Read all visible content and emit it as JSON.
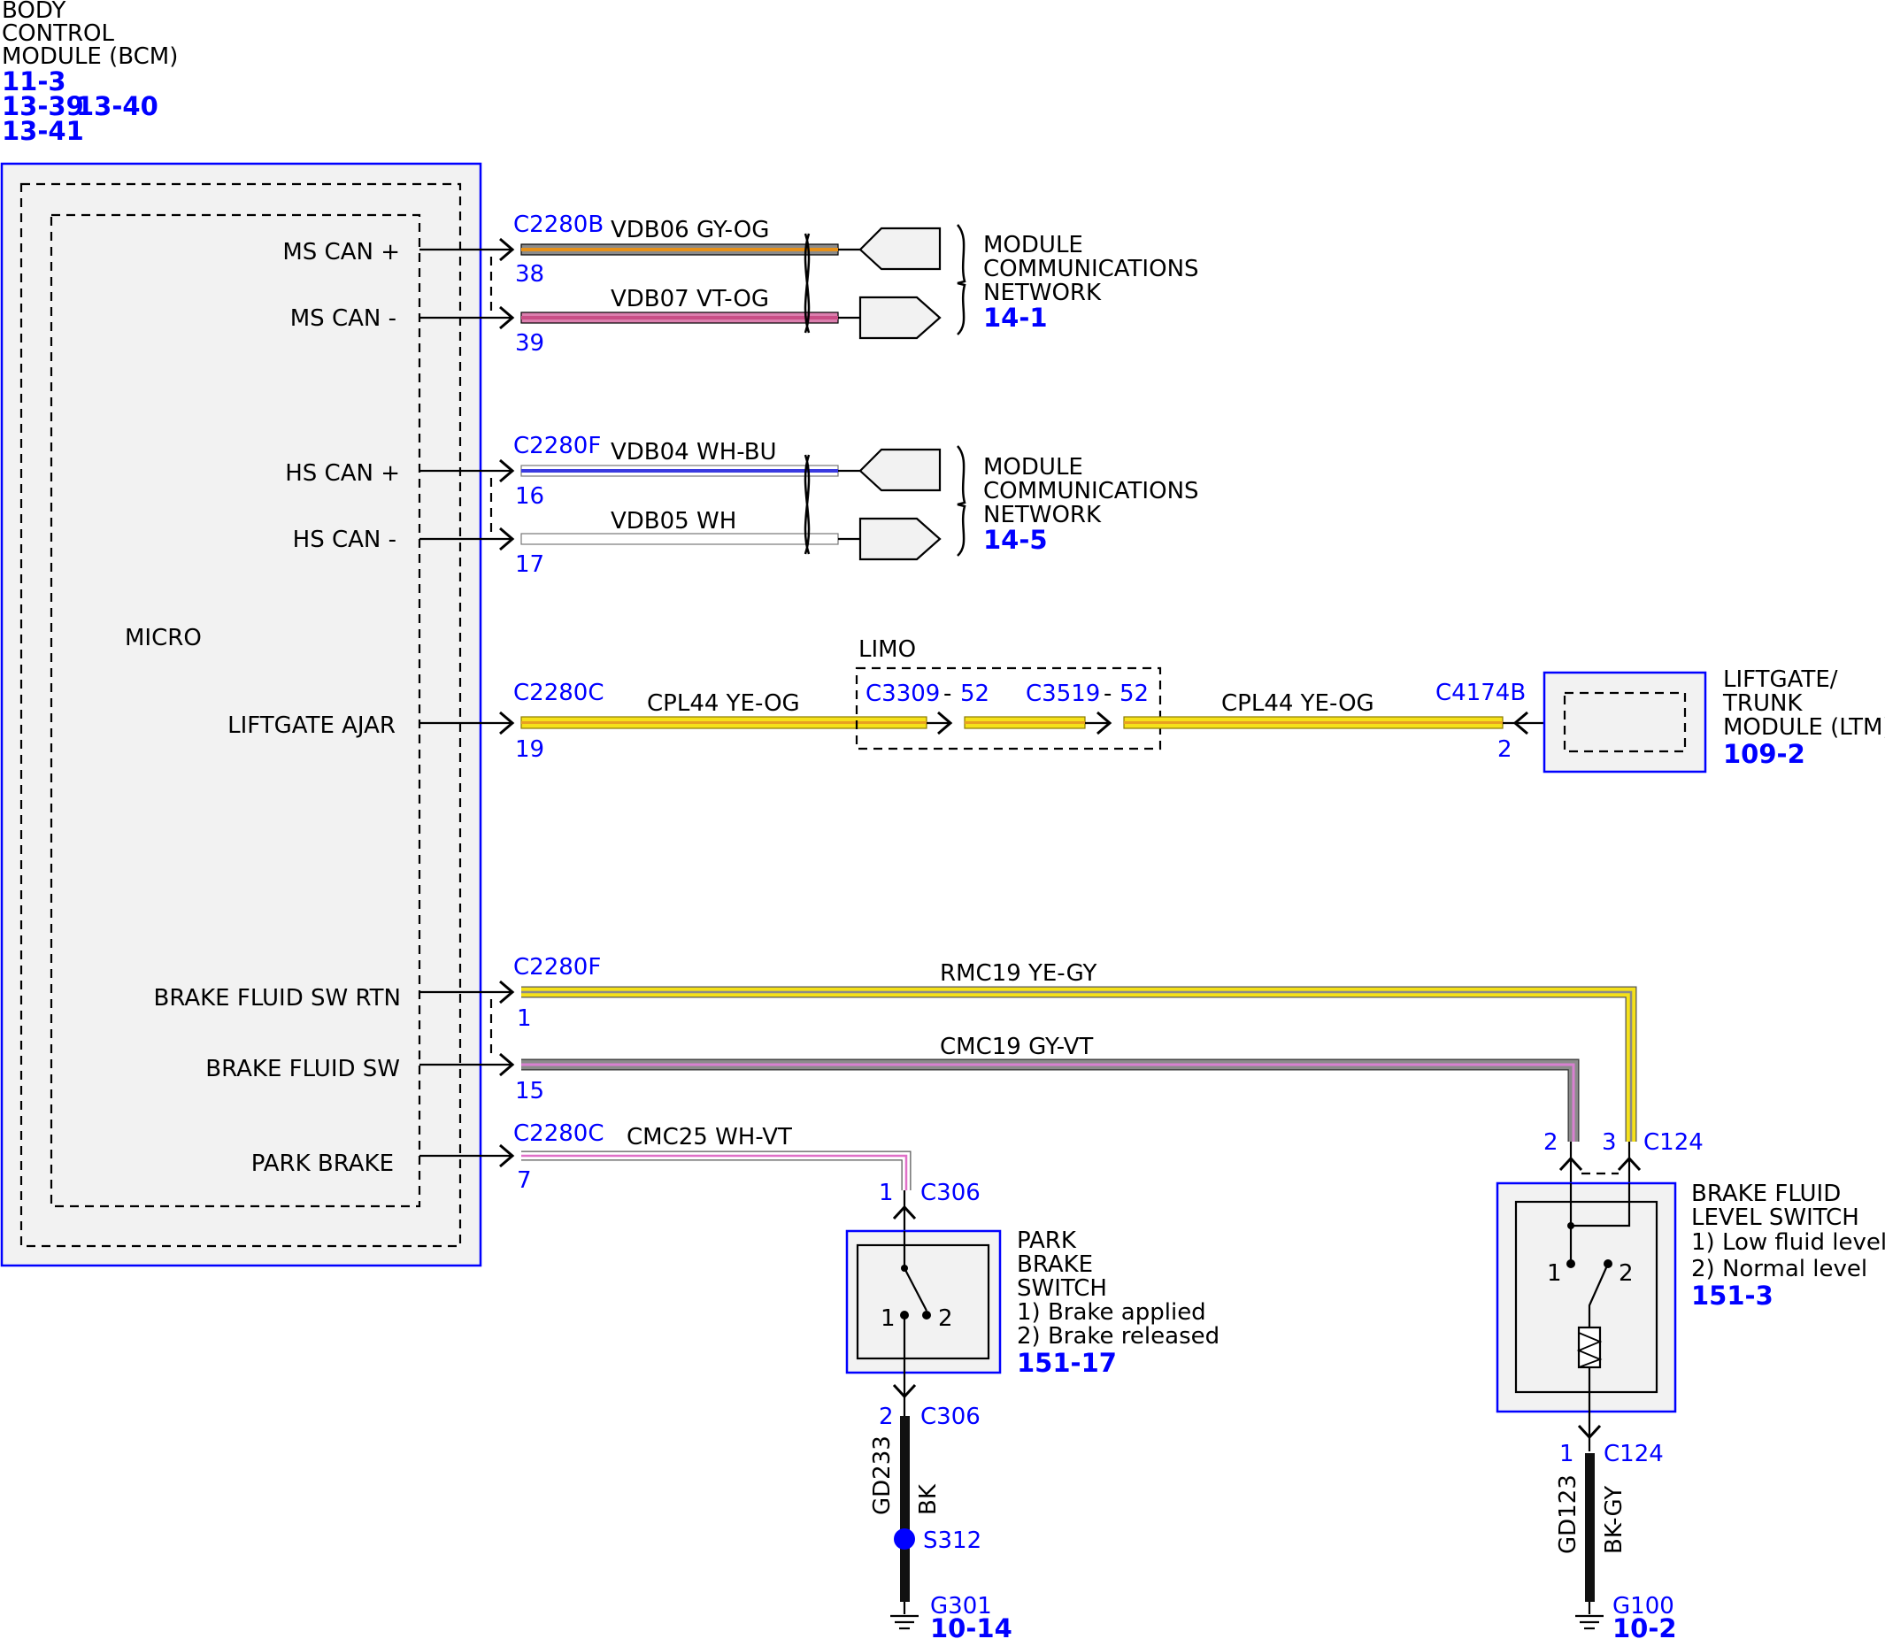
{
  "bcm": {
    "title_lines": [
      "BODY",
      "CONTROL",
      "MODULE (BCM)"
    ],
    "refs": [
      "11-3",
      "13-39",
      "13-40",
      "13-41"
    ],
    "micro_label": "MICRO",
    "pins": {
      "ms_can_plus": "MS CAN +",
      "ms_can_minus": "MS CAN -",
      "hs_can_plus": "HS CAN +",
      "hs_can_minus": "HS CAN -",
      "liftgate_ajar": "LIFTGATE AJAR",
      "brake_fluid_sw_rtn": "BRAKE FLUID SW RTN",
      "brake_fluid_sw": "BRAKE FLUID SW",
      "park_brake": "PARK BRAKE"
    }
  },
  "connectors": {
    "c2280b": "C2280B",
    "c2280f_a": "C2280F",
    "c2280c_a": "C2280C",
    "c2280f_b": "C2280F",
    "c2280c_b": "C2280C",
    "pin38": "38",
    "pin39": "39",
    "pin16": "16",
    "pin17": "17",
    "pin19": "19",
    "pin1": "1",
    "pin15": "15",
    "pin7": "7"
  },
  "wires": {
    "vdb06": "VDB06  GY-OG",
    "vdb07": "VDB07  VT-OG",
    "vdb04": "VDB04  WH-BU",
    "vdb05": "VDB05  WH",
    "cpl44_a": "CPL44  YE-OG",
    "cpl44_b": "CPL44  YE-OG",
    "rmc19": "RMC19  YE-GY",
    "cmc19": "CMC19  GY-VT",
    "cmc25": "CMC25  WH-VT",
    "gd233": "GD233",
    "gd233_color": "BK",
    "gd123": "GD123",
    "gd123_color": "BK-GY"
  },
  "networks": [
    {
      "lines": [
        "MODULE",
        "COMMUNICATIONS",
        "NETWORK"
      ],
      "ref": "14-1"
    },
    {
      "lines": [
        "MODULE",
        "COMMUNICATIONS",
        "NETWORK"
      ],
      "ref": "14-5"
    }
  ],
  "limo": {
    "label": "LIMO",
    "c3309": "C3309",
    "c3309_pin": "52",
    "c3519": "C3519",
    "c3519_pin": "52",
    "sep": "-"
  },
  "ltm": {
    "connector": "C4174B",
    "pin": "2",
    "lines": [
      "LIFTGATE/",
      "TRUNK",
      "MODULE (LTM)"
    ],
    "ref": "109-2"
  },
  "park_brake_switch": {
    "connector": "C306",
    "pin_top": "1",
    "pin_bottom": "2",
    "contact1": "1",
    "contact2": "2",
    "lines": [
      "PARK",
      "BRAKE",
      "SWITCH",
      "1) Brake applied",
      "2) Brake released"
    ],
    "ref": "151-17",
    "splice": "S312",
    "ground": "G301",
    "ground_ref": "10-14"
  },
  "brake_fluid_switch": {
    "connector": "C124",
    "pin2": "2",
    "pin3": "3",
    "pin_bottom": "1",
    "contact1": "1",
    "contact2": "2",
    "lines": [
      "BRAKE FLUID",
      "LEVEL SWITCH",
      "1) Low fluid level",
      "2) Normal level"
    ],
    "ref": "151-3",
    "ground": "G100",
    "ground_ref": "10-2"
  }
}
